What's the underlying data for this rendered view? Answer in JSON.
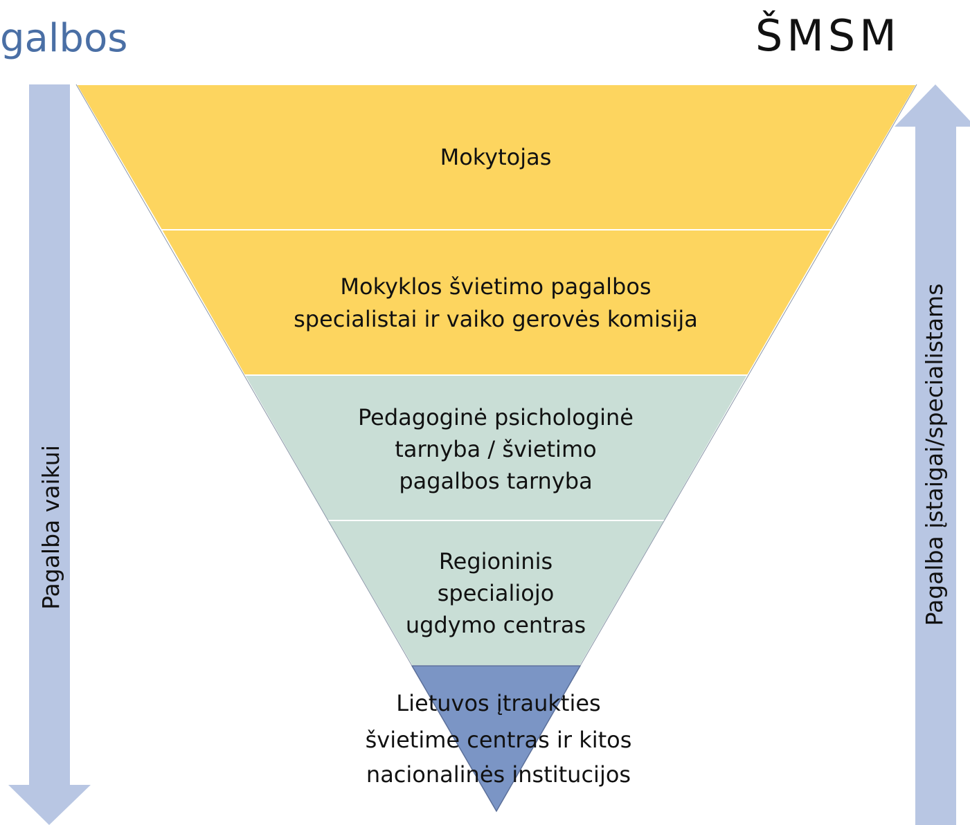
{
  "header": {
    "title_fragment": "galbos",
    "logo": "ŠMSM"
  },
  "colors": {
    "title": "#4a6fa5",
    "level_yellow": "#fdd55f",
    "level_green": "#c9ded6",
    "level_blue": "#7b95c5",
    "arrow": "#b8c6e3",
    "divider": "#ffffff",
    "outline": "#94a7c7"
  },
  "arrows": {
    "left_label": "Pagalba vaikui",
    "right_label": "Pagalba įstaigai/specialistams"
  },
  "levels": [
    {
      "lines": [
        "Mokytojas"
      ]
    },
    {
      "lines": [
        "Mokyklos švietimo pagalbos",
        "specialistai ir vaiko gerovės komisija"
      ]
    },
    {
      "lines": [
        "Pedagoginė psichologinė",
        "tarnyba / švietimo",
        "pagalbos tarnyba"
      ]
    },
    {
      "lines": [
        "Regioninis",
        "specialiojo",
        "ugdymo centras"
      ]
    },
    {
      "lines": [
        "Lietuvos įtraukties",
        "švietime centras ir kitos",
        "nacionalinės institucijos"
      ]
    }
  ]
}
